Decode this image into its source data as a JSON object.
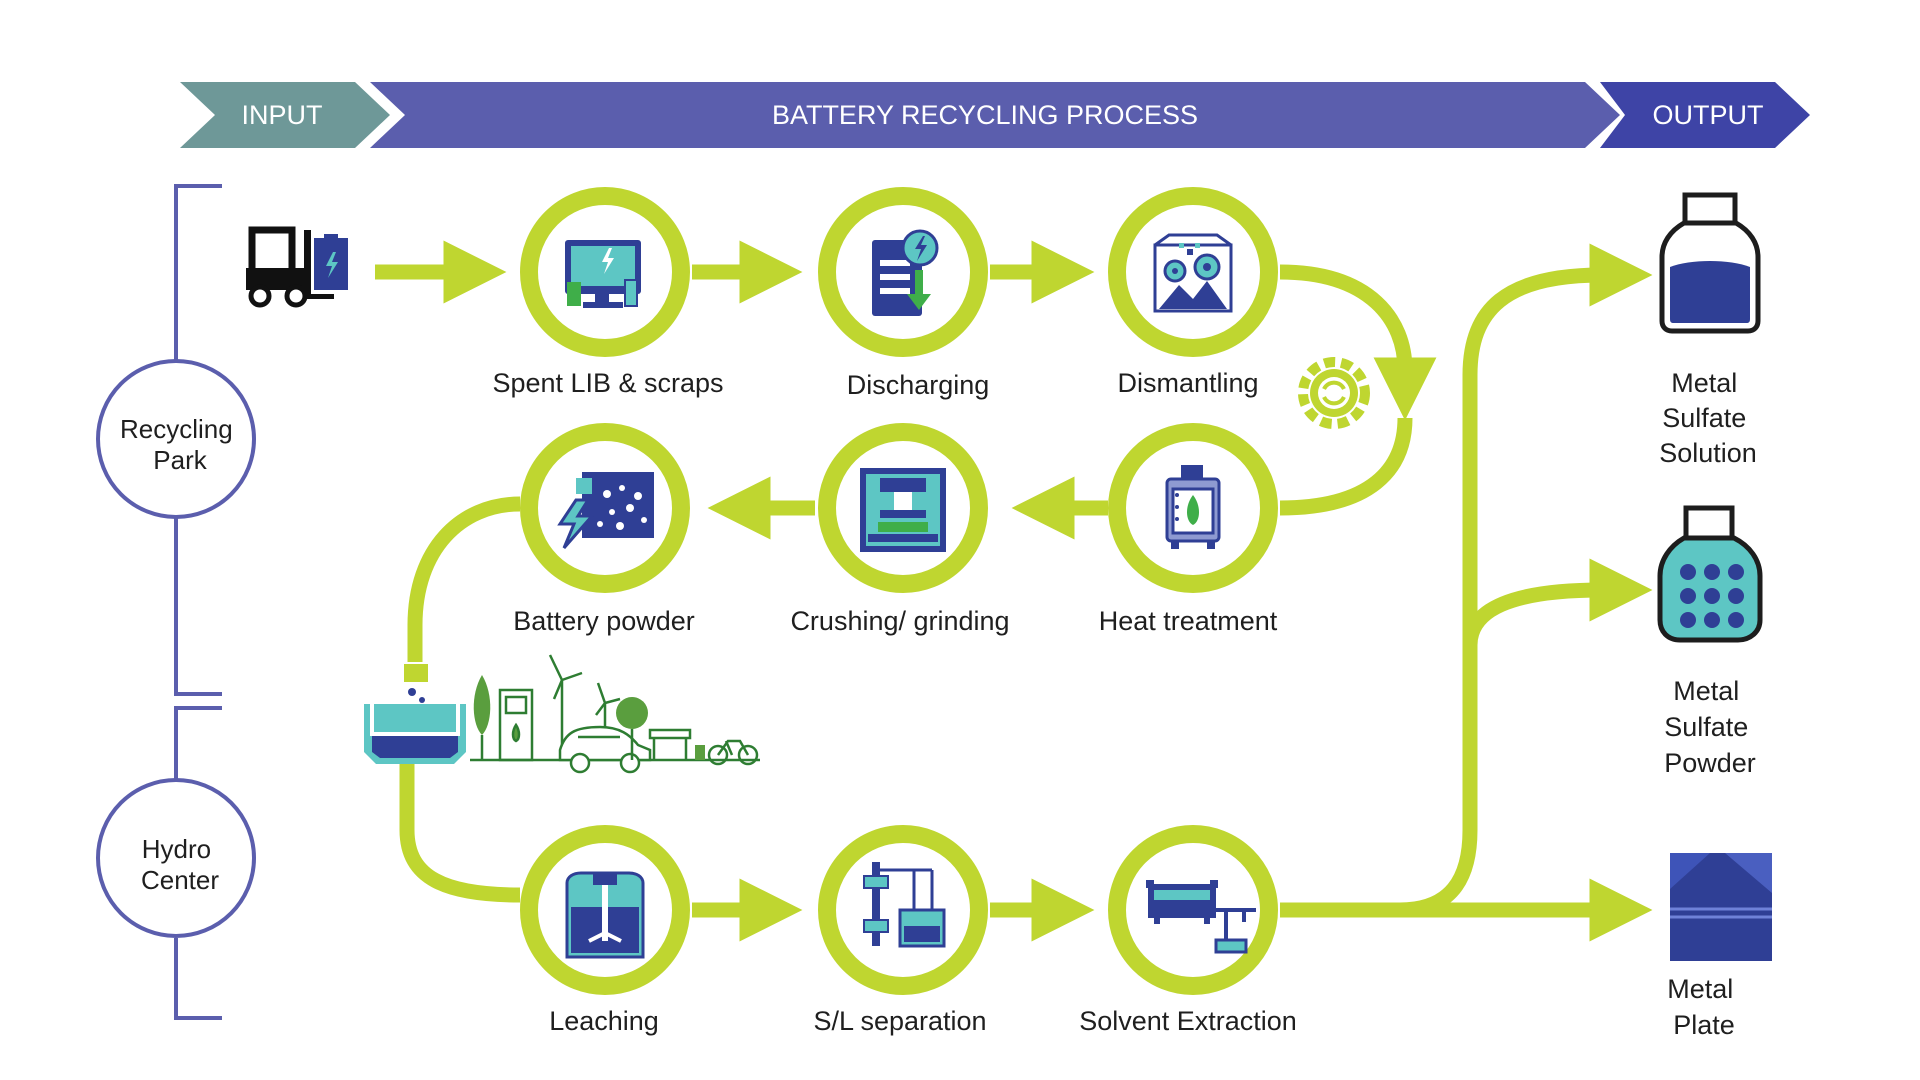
{
  "header": {
    "input": "INPUT",
    "process": "BATTERY RECYCLING PROCESS",
    "output": "OUTPUT"
  },
  "groups": {
    "recycling_park": [
      "Recycling",
      "Park"
    ],
    "hydro_center": [
      "Hydro",
      "Center"
    ]
  },
  "steps": {
    "spent": "Spent LIB & scraps",
    "discharging": "Discharging",
    "dismantling": "Dismantling",
    "heat": "Heat treatment",
    "crushing": "Crushing/ grinding",
    "powder": "Battery powder",
    "leaching": "Leaching",
    "sl": "S/L separation",
    "solvent": "Solvent Extraction"
  },
  "outputs": {
    "solution": [
      "Metal",
      "Sulfate",
      "Solution"
    ],
    "sulfate_powder": [
      "Metal",
      "Sulfate",
      "Powder"
    ],
    "plate": [
      "Metal",
      "Plate"
    ]
  },
  "icons": {
    "forklift": "forklift-icon",
    "computer": "computer-scraps-icon",
    "discharge": "discharge-clipboard-icon",
    "dismantle": "dismantle-box-icon",
    "gear": "gear-icon",
    "furnace": "furnace-icon",
    "press": "press-icon",
    "powder": "battery-powder-icon",
    "tank": "leaching-tank-icon",
    "separator": "separation-icon",
    "extractor": "solvent-extraction-icon",
    "hopper": "hopper-icon",
    "city": "green-city-icon",
    "bottle": "solution-bottle-icon",
    "jar": "powder-jar-icon",
    "plate": "metal-plate-icon"
  },
  "colors": {
    "flow": "#bfd630",
    "input_banner": "#6e9898",
    "process_banner": "#5b5ead",
    "output_banner": "#3e44a6",
    "navy": "#2f3f95",
    "teal": "#5dc6c4",
    "bracket": "#5b5ead"
  }
}
